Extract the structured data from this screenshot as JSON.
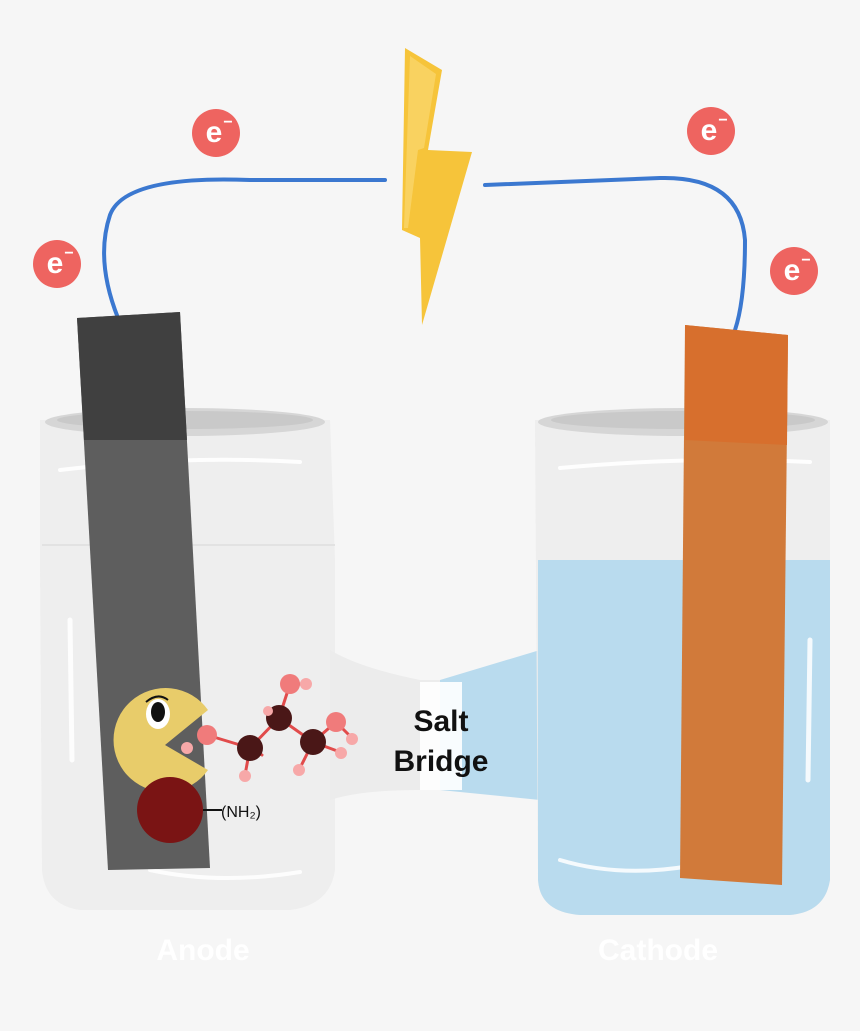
{
  "electron": {
    "symbol": "e",
    "charge": "−"
  },
  "labels": {
    "salt_bridge": [
      "Salt",
      "Bridge"
    ],
    "anode": "Anode",
    "cathode": "Cathode",
    "amine": "(NH₂)"
  },
  "colors": {
    "background": "#f6f6f6",
    "wire": "#3b78d0",
    "electron": "#ee6460",
    "bolt": "#f6c43a",
    "anode_electrode": "#5e5e5e",
    "cathode_electrode": "#d17a3a",
    "solution": "#b9dbee",
    "glass": "#ececec",
    "pacman": "#e8cc6a",
    "amine_ball": "#7a1414",
    "carbon_atom": "#4a1717",
    "oxygen_atom": "#f07b7b",
    "bond": "#e14b4b"
  },
  "icons": [
    "lightning-bolt-icon",
    "electron-icon",
    "pacman-icon"
  ]
}
